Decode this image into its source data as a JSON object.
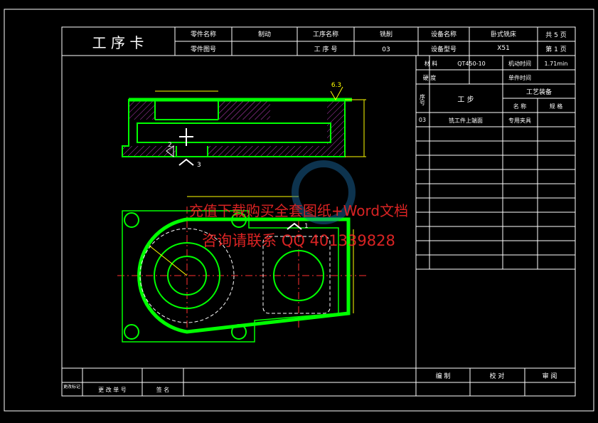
{
  "header": {
    "title": "工 序 卡",
    "part_name_label": "零件名称",
    "part_name": "制动",
    "part_no_label": "零件图号",
    "process_name_label": "工序名称",
    "process_name": "铣削",
    "process_no_label": "工 序 号",
    "process_no": "03",
    "equip_name_label": "设备名称",
    "equip_name": "卧式铣床",
    "equip_model_label": "设备型号",
    "equip_model": "X51",
    "total_pages": "共 5 页",
    "page": "第 1 页"
  },
  "info": {
    "material_label": "材 料",
    "material": "QT450-10",
    "machine_time_label": "机动时间",
    "machine_time": "1.71min",
    "hardness_label": "硬 度",
    "unit_time_label": "单件时间",
    "seq_label": "序号",
    "step_label": "工 步",
    "equipment_label": "工艺装备",
    "name_label": "名 称",
    "spec_label": "规 格",
    "row1_no": "03",
    "row1_step": "铣工件上端面",
    "row1_fixture": "专用夹具"
  },
  "footer": {
    "change_mark": "更改标记",
    "change_doc": "更 改 单 号",
    "signature": "签 名",
    "compiled": "编 制",
    "checked": "校 对",
    "review": "审 阅"
  },
  "drawing": {
    "roughness": "6.3",
    "label_2": "2",
    "label_3": "3",
    "label_1": "1"
  },
  "watermark": {
    "line1": "充值下载购买全套图纸+Word文档",
    "line2": "咨询请联系 QQ 401339828"
  },
  "colors": {
    "frame": "#ffffff",
    "part": "#00ff00",
    "hatch": "#c040c0",
    "dim": "#ffff00",
    "center": "#ff3030",
    "watermark": "#ff2a2a"
  }
}
